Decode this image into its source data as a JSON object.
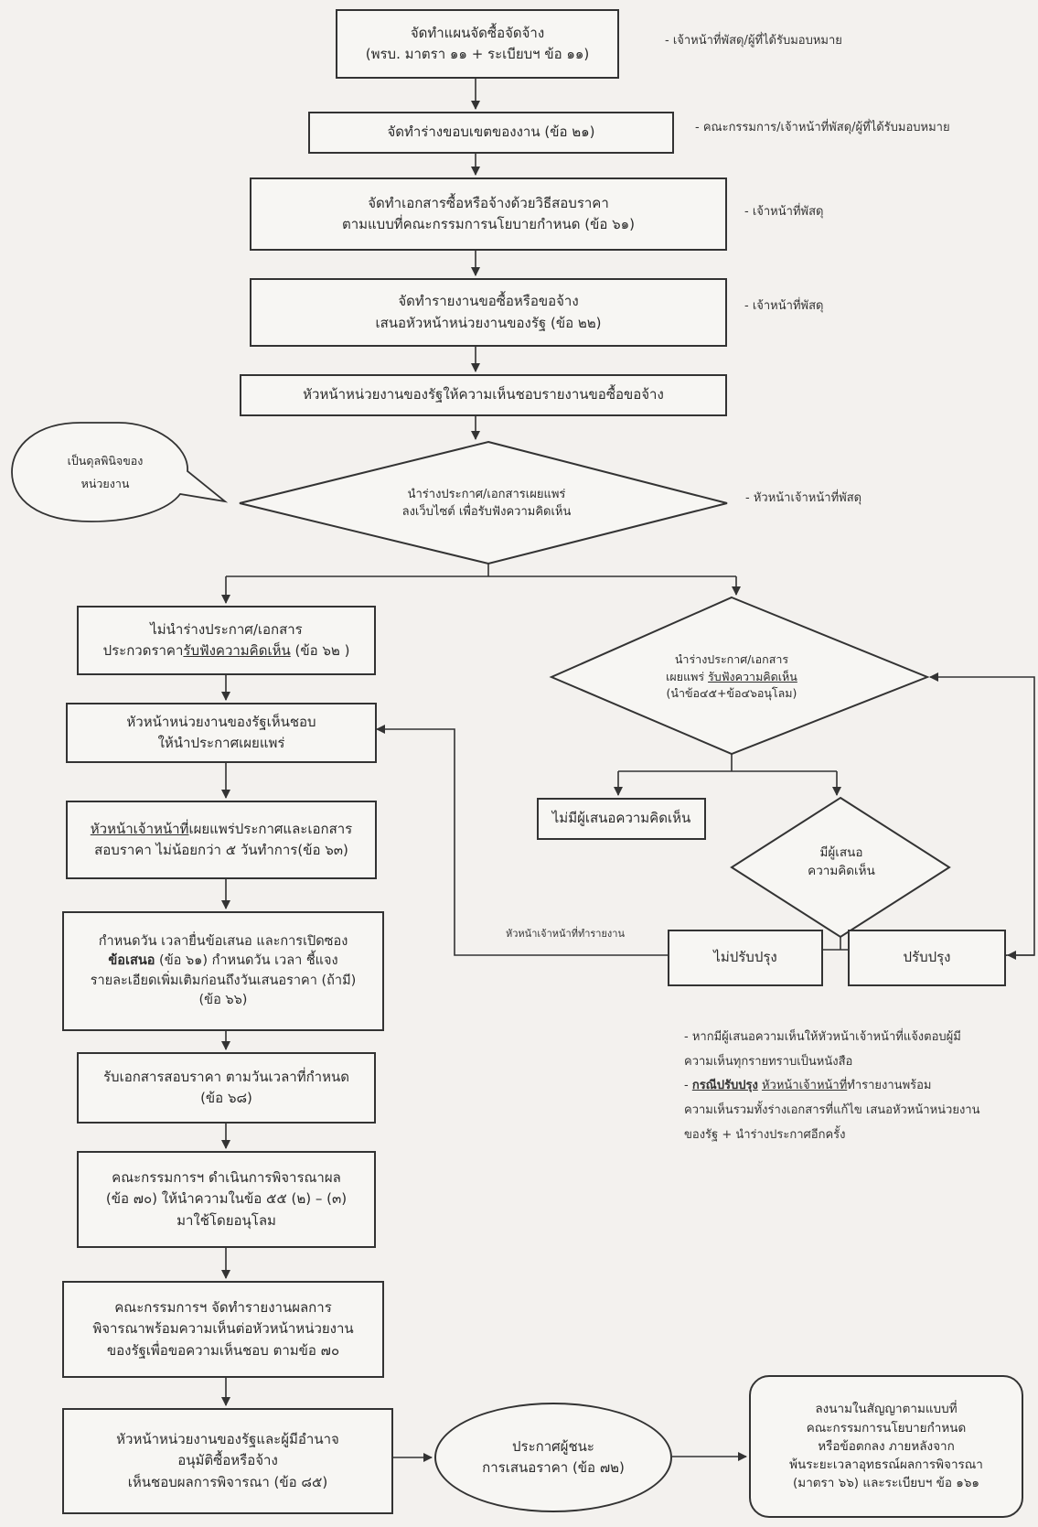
{
  "plan": {
    "line1": "จัดทำแผนจัดซื้อจัดจ้าง",
    "line2": "(พรบ. มาตรา ๑๑ + ระเบียบฯ ข้อ ๑๑)",
    "responsible": "- เจ้าหน้าที่พัสดุ/ผู้ที่ได้รับมอบหมาย"
  },
  "scope": {
    "line1": "จัดทำร่างขอบเขตของงาน (ข้อ ๒๑)",
    "responsible": "- คณะกรรมการ/เจ้าหน้าที่พัสดุ/ผู้ที่ได้รับมอบหมาย"
  },
  "docs": {
    "line1": "จัดทำเอกสารซื้อหรือจ้างด้วยวิธีสอบราคา",
    "line2": "ตามแบบที่คณะกรรมการนโยบายกำหนด (ข้อ ๖๑)",
    "responsible": "- เจ้าหน้าที่พัสดุ"
  },
  "report": {
    "line1": "จัดทำรายงานขอซื้อหรือขอจ้าง",
    "line2": "เสนอหัวหน้าหน่วยงานของรัฐ (ข้อ ๒๒)",
    "responsible": "- เจ้าหน้าที่พัสดุ"
  },
  "approve_report": {
    "line1": "หัวหน้าหน่วยงานของรัฐให้ความเห็นชอบรายงานขอซื้อขอจ้าง"
  },
  "bubble": {
    "line1": "เป็นดุลพินิจของ",
    "line2": "หน่วยงาน"
  },
  "decision1": {
    "line1": "นำร่างประกาศ/เอกสารเผยแพร่",
    "line2": "ลงเว็บไซต์ เพื่อรับฟังความคิดเห็น",
    "responsible": "- หัวหน้าเจ้าหน้าที่พัสดุ"
  },
  "no_publish": {
    "line1": "ไม่นำร่างประกาศ/เอกสาร",
    "line2a": "ประกวดราคา",
    "line2b": "รับฟังความคิดเห็น",
    "line2c": " (ข้อ ๖๒ )"
  },
  "decision2": {
    "line1": "นำร่างประกาศ/เอกสาร",
    "line2a": "เผยแพร่ ",
    "line2b": "รับฟังความคิดเห็น",
    "line3": "(นำข้อ๔๕+ข้อ๔๖อนุโลม)"
  },
  "head_approve": {
    "line1": "หัวหน้าหน่วยงานของรัฐเห็นชอบ",
    "line2": "ให้นำประกาศเผยแพร่"
  },
  "no_comment": {
    "line1": "ไม่มีผู้เสนอความคิดเห็น"
  },
  "has_comment": {
    "line1": "มีผู้เสนอ",
    "line2": "ความคิดเห็น"
  },
  "publish": {
    "line1a": "หัวหน้าเจ้าหน้าที่",
    "line1b": "เผยแพร่ประกาศและเอกสาร",
    "line2": "สอบราคา ไม่น้อยกว่า ๕ วันทำการ(ข้อ ๖๓)"
  },
  "head_officer_label": "หัวหน้าเจ้าหน้าที่ทำรายงาน",
  "no_improve": {
    "line1": "ไม่ปรับปรุง"
  },
  "improve": {
    "line1": "ปรับปรุง"
  },
  "schedule": {
    "line1": "กำหนดวัน เวลายื่นข้อเสนอ และการเปิดซอง",
    "line2a": "ข้อเสนอ",
    "line2b": " (ข้อ ๖๑) กำหนดวัน เวลา ชี้แจง",
    "line3": "รายละเอียดเพิ่มเติมก่อนถึงวันเสนอราคา (ถ้ามี)",
    "line4": "(ข้อ ๖๖)"
  },
  "notes": {
    "line1": "- หากมีผู้เสนอความเห็นให้หัวหน้าเจ้าหน้าที่แจ้งตอบผู้มี",
    "line2": "ความเห็นทุกรายทราบเป็นหนังสือ",
    "line3a": "- ",
    "line3b": "กรณีปรับปรุง",
    "line3c": " ",
    "line3d": "หัวหน้าเจ้าหน้าที่",
    "line3e": "ทำรายงานพร้อม",
    "line4": "ความเห็นรวมทั้งร่างเอกสารที่แก้ไข เสนอหัวหน้าหน่วยงาน",
    "line5": "ของรัฐ + นำร่างประกาศอีกครั้ง"
  },
  "receive": {
    "line1": "รับเอกสารสอบราคา ตามวันเวลาที่กำหนด",
    "line2": "(ข้อ ๖๘)"
  },
  "committee_consider": {
    "line1": "คณะกรรมการฯ ดำเนินการพิจารณาผล",
    "line2": "(ข้อ ๗๐) ให้นำความในข้อ ๕๕ (๒) – (๓)",
    "line3": "มาใช้โดยอนุโลม"
  },
  "committee_report": {
    "line1": "คณะกรรมการฯ จัดทำรายงานผลการ",
    "line2": "พิจารณาพร้อมความเห็นต่อหัวหน้าหน่วยงาน",
    "line3": "ของรัฐเพื่อขอความเห็นชอบ ตามข้อ ๗๐"
  },
  "final_approve": {
    "line1": "หัวหน้าหน่วยงานของรัฐและผู้มีอำนาจ",
    "line2": "อนุมัติซื้อหรือจ้าง",
    "line3": "เห็นชอบผลการพิจารณา (ข้อ ๘๕)"
  },
  "winner": {
    "line1": "ประกาศผู้ชนะ",
    "line2": "การเสนอราคา (ข้อ ๗๒)"
  },
  "contract": {
    "line1": "ลงนามในสัญญาตามแบบที่",
    "line2": "คณะกรรมการนโยบายกำหนด",
    "line3": "หรือข้อตกลง ภายหลังจาก",
    "line4": "พ้นระยะเวลาอุทธรณ์ผลการพิจารณา",
    "line5": "(มาตรา ๖๖) และระเบียบฯ ข้อ ๑๖๑"
  },
  "colors": {
    "line": "#333333",
    "background": "#f3f1ee"
  }
}
